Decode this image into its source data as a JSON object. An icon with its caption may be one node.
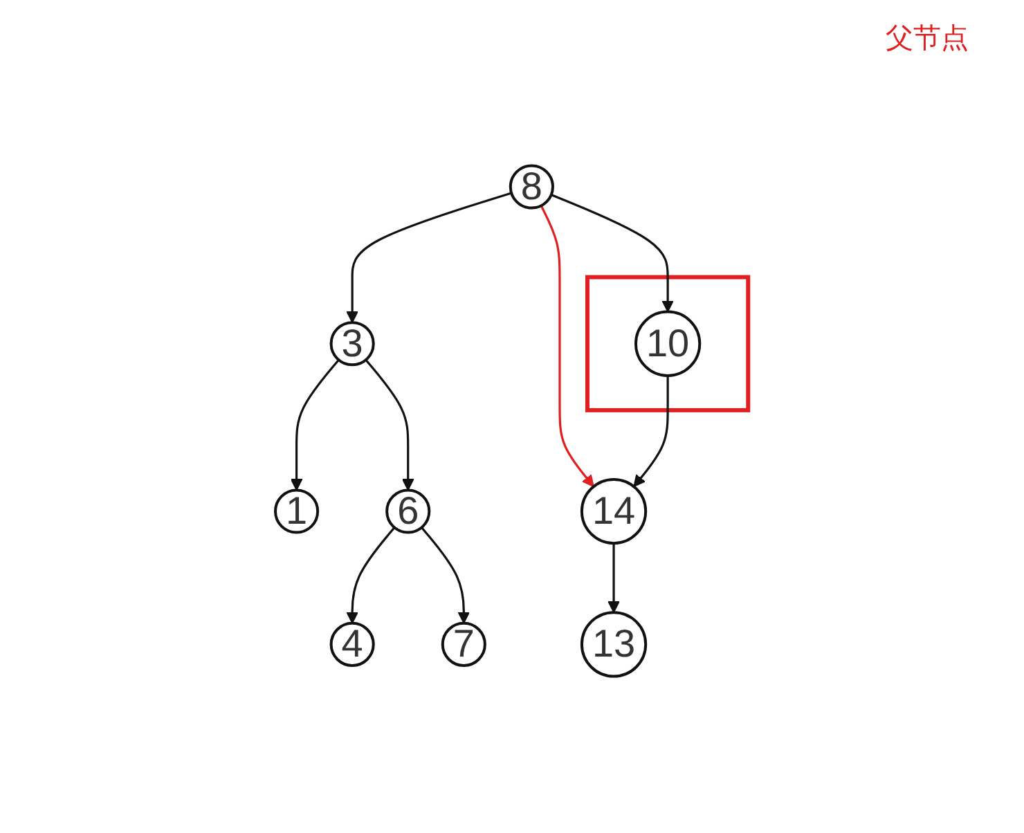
{
  "diagram": {
    "nodes": [
      {
        "text": [
          "8"
        ]
      },
      {
        "text": [
          "3"
        ]
      },
      {
        "text": [],
        "shape": "box"
      },
      {
        "text": [
          "10"
        ],
        "in": 2
      },
      {
        "text": [
          "1"
        ]
      },
      {
        "text": [
          "6"
        ]
      },
      {
        "text": [
          "14"
        ]
      },
      {
        "text": [
          "4"
        ]
      },
      {
        "text": [
          "7"
        ]
      },
      {
        "text": [
          "13"
        ]
      }
    ],
    "edges": [
      {
        "from": 0,
        "to": 1,
        "arrow": "to"
      },
      {
        "from": 0,
        "to": 3,
        "arrow": "to"
      },
      {
        "from": 0,
        "to": 6,
        "arrow": "to",
        "color": "#e02020"
      },
      {
        "from": 1,
        "to": 4,
        "arrow": "to"
      },
      {
        "from": 1,
        "to": 5,
        "arrow": "to"
      },
      {
        "from": 3,
        "to": 6,
        "arrow": "to"
      },
      {
        "from": 5,
        "to": 7,
        "arrow": "to"
      },
      {
        "from": 5,
        "to": 8,
        "arrow": "to"
      },
      {
        "from": 6,
        "to": 9,
        "arrow": "to"
      }
    ],
    "labels": [
      "父节点"
    ]
  }
}
